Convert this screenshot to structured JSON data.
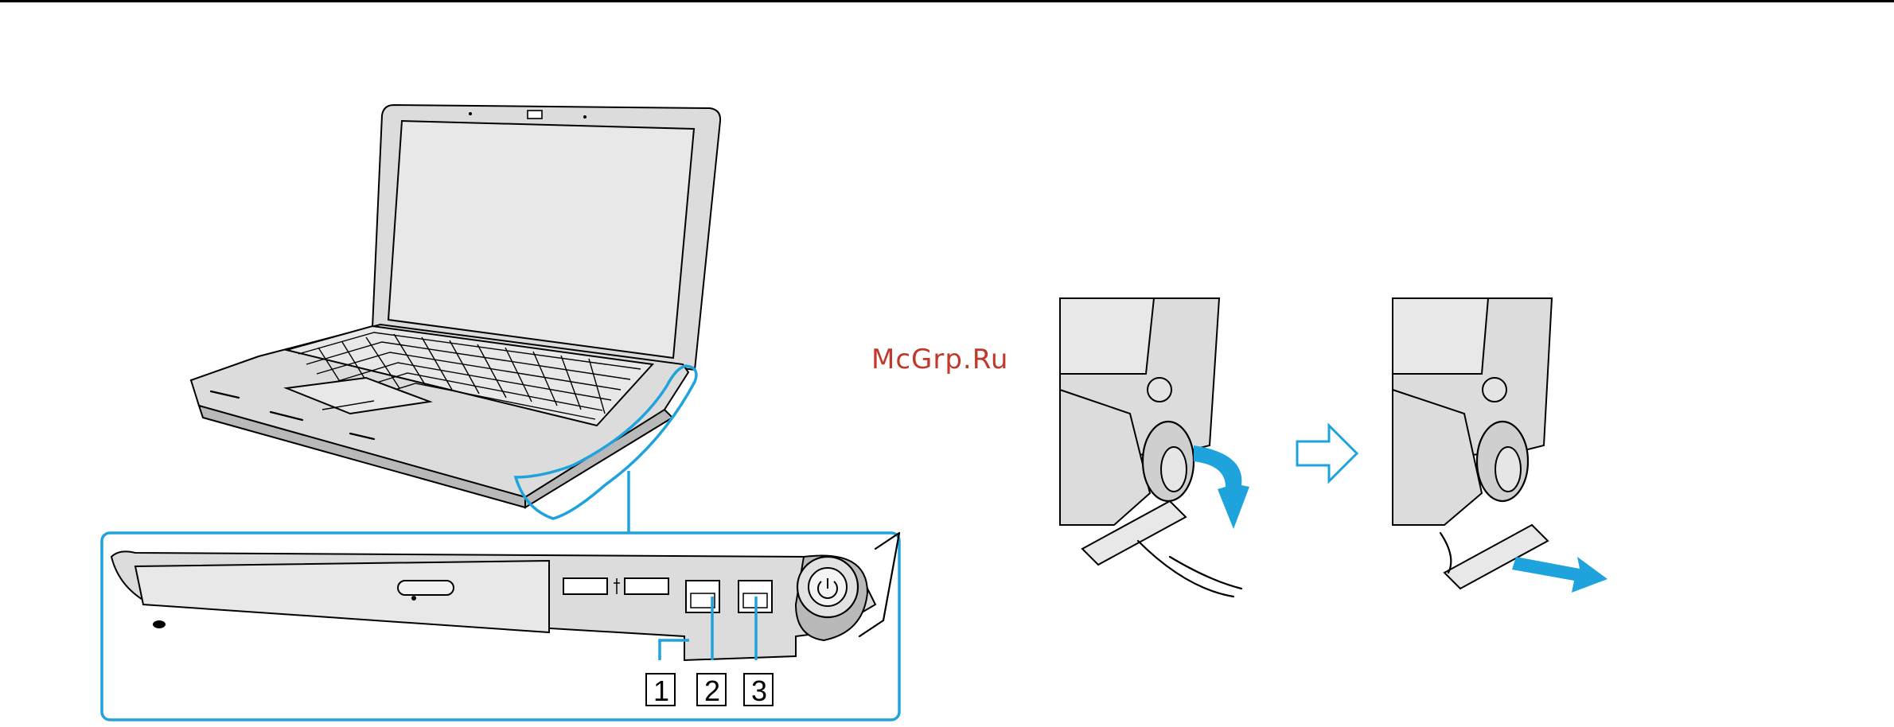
{
  "watermark": "McGrp.Ru",
  "callouts": [
    "1",
    "2",
    "3"
  ],
  "colors": {
    "accent": "#1fa3dc",
    "line": "#000000"
  },
  "icons": [
    "power-icon",
    "usb-icon",
    "arrow-right-icon"
  ]
}
